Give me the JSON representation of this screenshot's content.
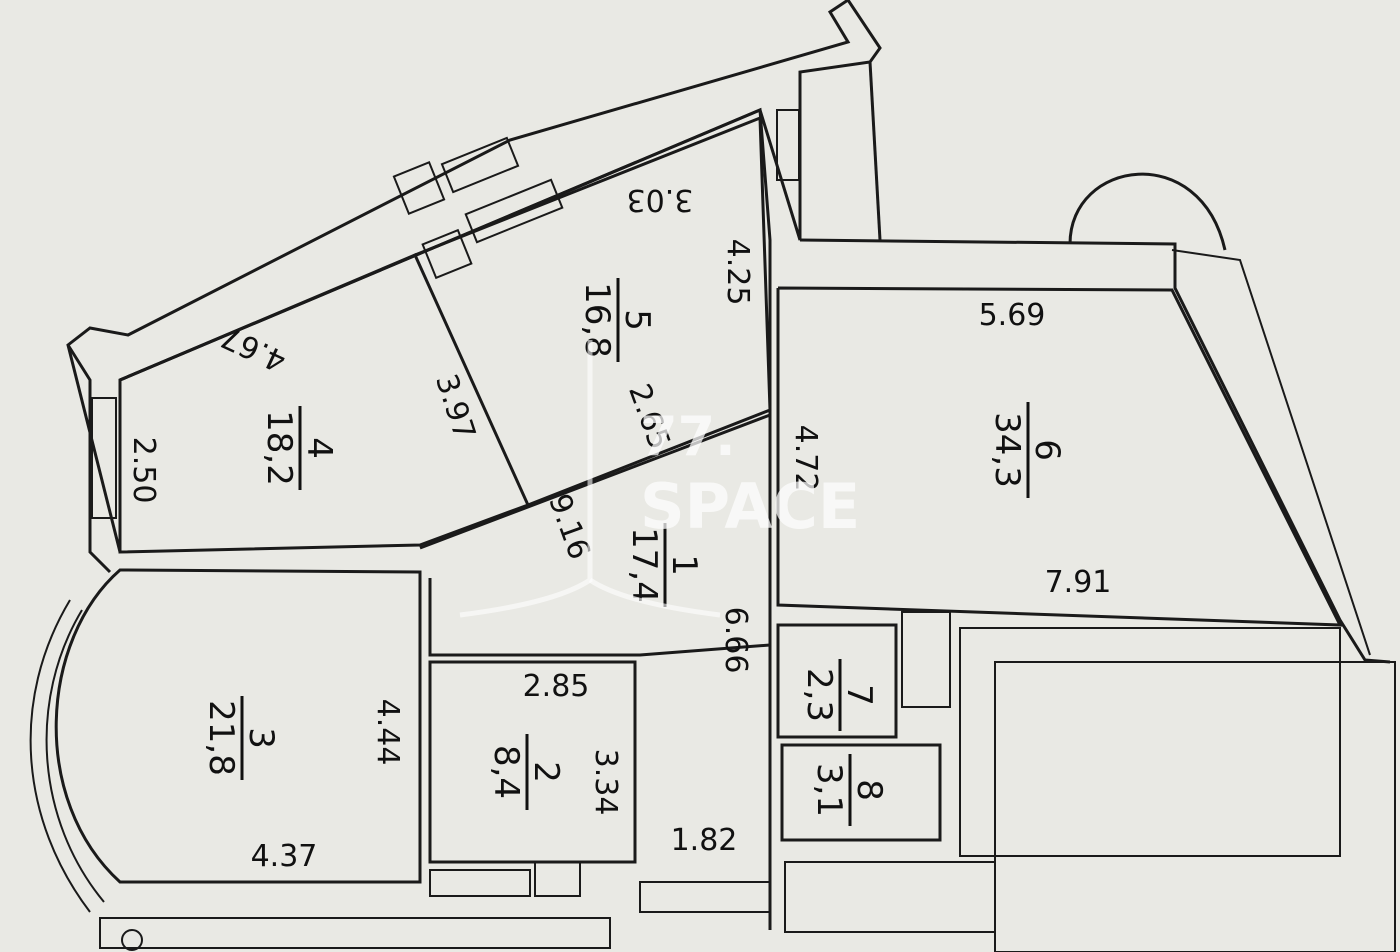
{
  "rooms": [
    {
      "id": "1",
      "area": "17,4"
    },
    {
      "id": "2",
      "area": "8,4"
    },
    {
      "id": "3",
      "area": "21,8"
    },
    {
      "id": "4",
      "area": "18,2"
    },
    {
      "id": "5",
      "area": "16,8"
    },
    {
      "id": "6",
      "area": "34,3"
    },
    {
      "id": "7",
      "area": "2,3"
    },
    {
      "id": "8",
      "area": "3,1"
    }
  ],
  "dimensions": {
    "d303": "3.03",
    "d425": "4.25",
    "d467": "4.67",
    "d397": "3.97",
    "d250": "2.50",
    "d569": "5.69",
    "d472": "4.72",
    "d791": "7.91",
    "d666": "6.66",
    "d285": "2.85",
    "d334": "3.34",
    "d444": "4.44",
    "d437": "4.37",
    "d182": "1.82",
    "d916": "9.16",
    "d265": "2.65"
  },
  "watermark": {
    "line1": "77.",
    "line2": "SPACE"
  }
}
